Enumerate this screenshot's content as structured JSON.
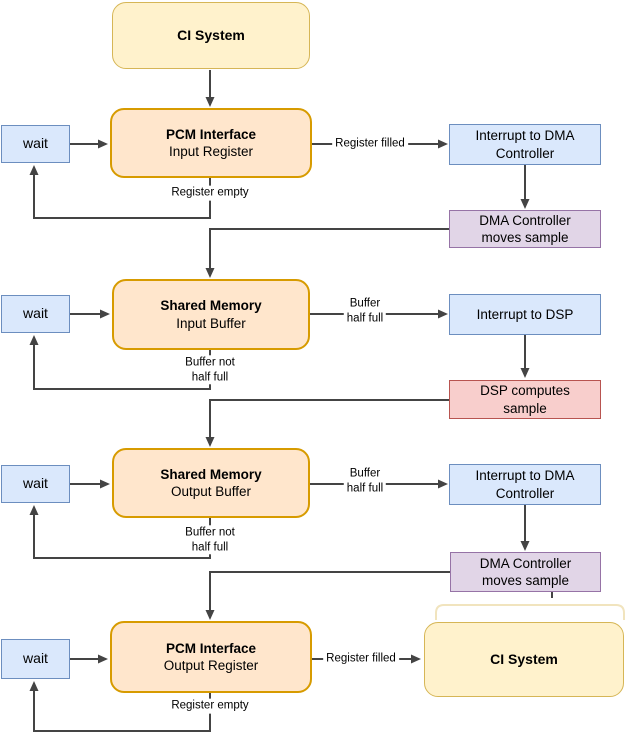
{
  "diagram": {
    "nodes": {
      "ci_top": {
        "label": "CI System"
      },
      "pcm_input": {
        "line1": "PCM Interface",
        "line2": "Input Register"
      },
      "wait_1": {
        "label": "wait"
      },
      "interrupt_dma_1": {
        "line1": "Interrupt to DMA",
        "line2": "Controller"
      },
      "dma_moves_1": {
        "line1": "DMA Controller",
        "line2": "moves sample"
      },
      "shared_input": {
        "line1": "Shared Memory",
        "line2": "Input Buffer"
      },
      "wait_2": {
        "label": "wait"
      },
      "interrupt_dsp": {
        "label": "Interrupt to DSP"
      },
      "dsp_computes": {
        "line1": "DSP computes",
        "line2": "sample"
      },
      "shared_output": {
        "line1": "Shared Memory",
        "line2": "Output Buffer"
      },
      "wait_3": {
        "label": "wait"
      },
      "interrupt_dma_2": {
        "line1": "Interrupt to DMA",
        "line2": "Controller"
      },
      "dma_moves_2": {
        "line1": "DMA Controller",
        "line2": "moves sample"
      },
      "pcm_output": {
        "line1": "PCM Interface",
        "line2": "Output Register"
      },
      "wait_4": {
        "label": "wait"
      },
      "ci_bottom": {
        "label": "CI System"
      }
    },
    "edge_labels": {
      "register_filled_top": {
        "text": "Register filled"
      },
      "register_empty_top": {
        "text": "Register empty"
      },
      "buffer_half_full_in": {
        "line1": "Buffer",
        "line2": "half full"
      },
      "buffer_not_half_full_in": {
        "line1": "Buffer not",
        "line2": "half full"
      },
      "buffer_half_full_out": {
        "line1": "Buffer",
        "line2": "half full"
      },
      "buffer_not_half_full_out": {
        "line1": "Buffer not",
        "line2": "half full"
      },
      "register_filled_bottom": {
        "text": "Register filled"
      },
      "register_empty_bottom": {
        "text": "Register empty"
      }
    },
    "colors": {
      "yellow_fill": "#FFF2CC",
      "yellow_border": "#D6B656",
      "orange_fill": "#FFE6CC",
      "orange_border": "#D79B00",
      "blue_fill": "#DAE8FC",
      "blue_border": "#6C8EBF",
      "purple_fill": "#E1D5E7",
      "purple_border": "#9673A6",
      "red_fill": "#F8CECC",
      "red_border": "#B85450",
      "connector": "#444444",
      "text": "#000000"
    }
  }
}
